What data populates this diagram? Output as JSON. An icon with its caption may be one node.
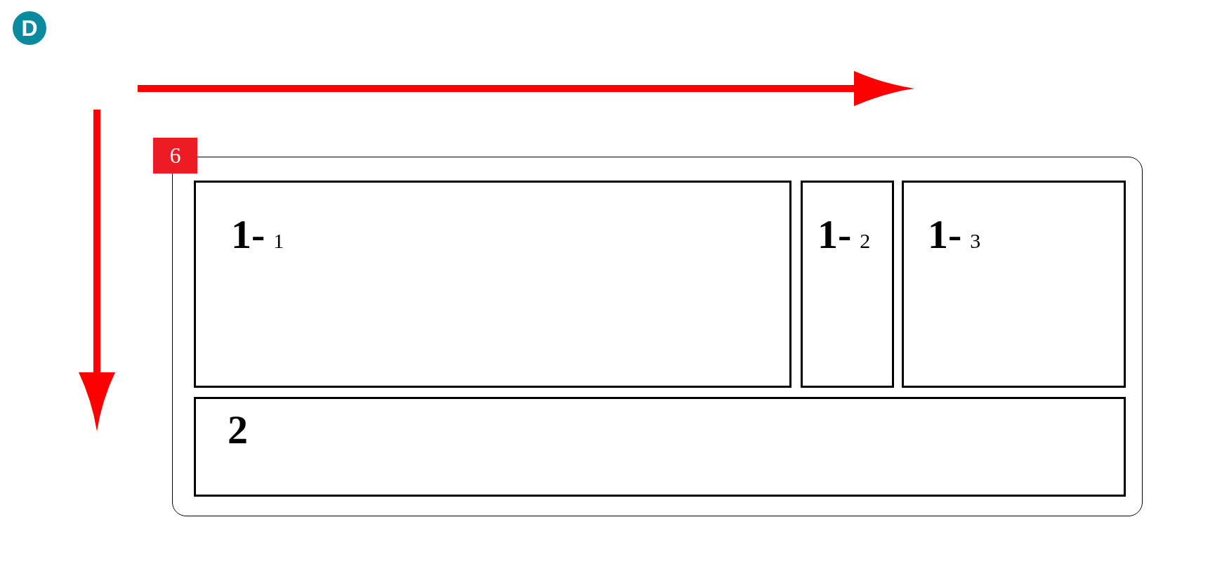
{
  "diagram": {
    "nodes": [
      {
        "text": [
          "6"
        ]
      },
      {
        "text": [
          "1-$_{1}$"
        ],
        "in": 0
      },
      {
        "text": [
          "1-$_{2}$"
        ],
        "in": 0
      },
      {
        "text": [
          "1-$_{3}$"
        ],
        "in": 0
      },
      {
        "text": [
          "2"
        ],
        "in": 0
      }
    ],
    "labels": [
      "D"
    ]
  }
}
